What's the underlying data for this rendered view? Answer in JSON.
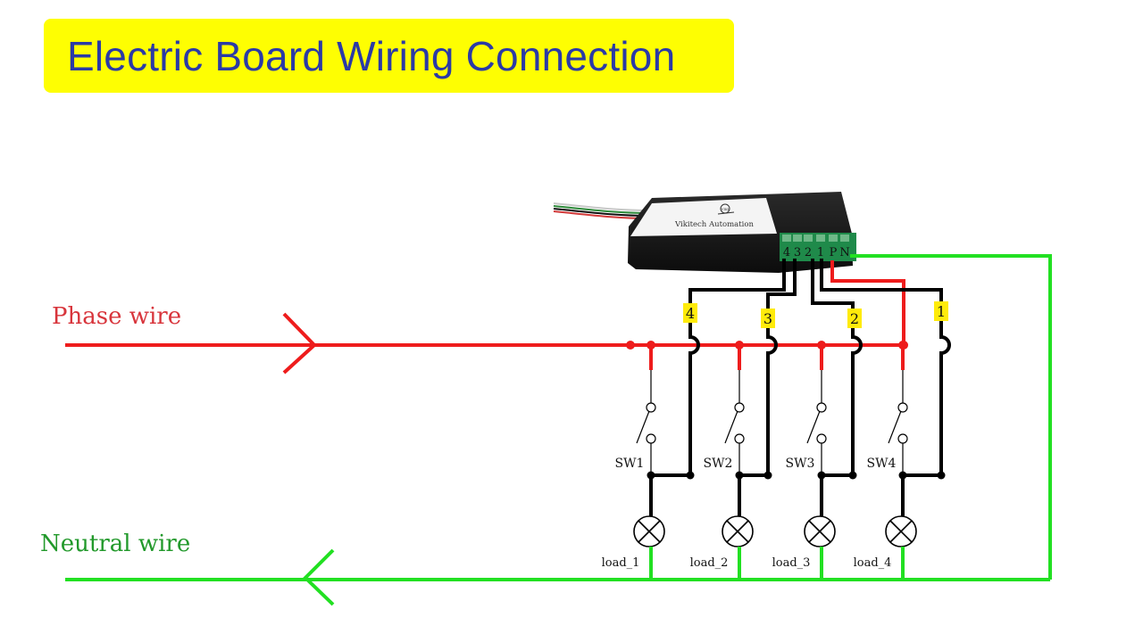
{
  "title": "Electric Board Wiring Connection",
  "labels": {
    "phase_wire": "Phase wire",
    "neutral_wire": "Neutral wire"
  },
  "device": {
    "brand": "Vikitech Automation",
    "logo_text": "VIKI",
    "terminals": [
      "4",
      "3",
      "2",
      "1",
      "P",
      "N"
    ]
  },
  "switches": [
    "SW1",
    "SW2",
    "SW3",
    "SW4"
  ],
  "loads": [
    "load_1",
    "load_2",
    "load_3",
    "load_4"
  ],
  "channel_tags": [
    "4",
    "3",
    "2",
    "1"
  ],
  "colors": {
    "phase": "#ee1c1c",
    "neutral": "#22e022",
    "control": "#000000",
    "title_bg": "#fefe02",
    "title_text": "#2b3aa6",
    "tag_bg": "#ffeb0a",
    "phase_label": "#d8353c",
    "neutral_label": "#22992b"
  }
}
